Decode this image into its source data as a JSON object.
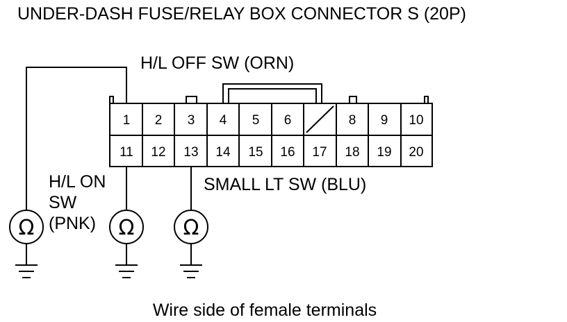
{
  "title": "UNDER-DASH FUSE/RELAY BOX CONNECTOR S (20P)",
  "caption": "Wire side of female terminals",
  "connector": {
    "row1": [
      "1",
      "2",
      "3",
      "4",
      "5",
      "6",
      "",
      "8",
      "9",
      "10"
    ],
    "row2": [
      "11",
      "12",
      "13",
      "14",
      "15",
      "16",
      "17",
      "18",
      "19",
      "20"
    ]
  },
  "labels": {
    "hl_off": "H/L OFF SW (ORN)",
    "hl_on_line1": "H/L ON",
    "hl_on_line2": "SW",
    "hl_on_line3": "(PNK)",
    "small_lt": "SMALL LT SW (BLU)"
  },
  "meter_symbol": "Ω"
}
